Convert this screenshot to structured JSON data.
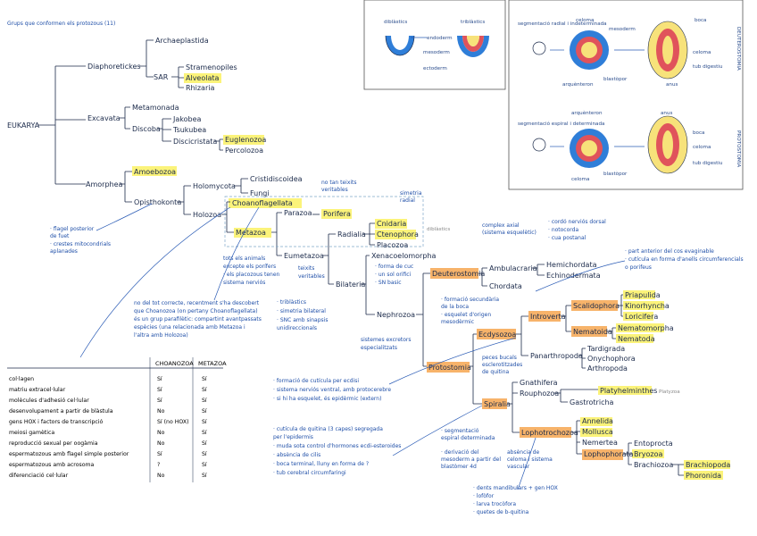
{
  "header_note": "Grups que conformen els protozous (11)",
  "tree": {
    "eukarya": "EUKARYA",
    "diaphoretickes": "Diaphoretickes",
    "archaeplastida": "Archaeplastida",
    "sar": "SAR",
    "stramenopiles": "Stramenopiles",
    "alveolata": "Alveolata",
    "rhizaria": "Rhizaria",
    "excavata": "Excavata",
    "metamonada": "Metamonada",
    "discoba": "Discoba",
    "jakobea": "Jakobea",
    "tsukubea": "Tsukubea",
    "discicristata": "Discicristata",
    "euglenozoa": "Euglenozoa",
    "percolozoa": "Percolozoa",
    "amorphea": "Amorphea",
    "amoebozoa": "Amoebozoa",
    "opisthokonta": "Opisthokonta",
    "holomycota": "Holomycota",
    "cristidiscoidea": "Cristidiscoidea",
    "fungi": "Fungi",
    "holozoa": "Holozoa",
    "choanoflagellata": "Choanoflagellata",
    "metazoa": "Metazoa",
    "parazoa": "Parazoa",
    "porifera": "Porifera",
    "eumetazoa": "Eumetazoa",
    "radialia": "Radialia",
    "cnidaria": "Cnidaria",
    "ctenophora": "Ctenophora",
    "placozoa": "Placozoa",
    "diblastics": "diblàstics",
    "bilateria": "Bilateria",
    "xenacoelomorpha": "Xenacoelomorpha",
    "nephrozoa": "Nephrozoa",
    "deuterostomia": "Deuterostomia",
    "ambulacraria": "Ambulacraria",
    "hemichordata": "Hemichordata",
    "echinodermata": "Echinodermata",
    "chordata": "Chordata",
    "protostomia": "Protostomia",
    "ecdysozoa": "Ecdysozoa",
    "scalidophora": "Scalidophora",
    "priapulida": "Priapulida",
    "kinorhyncha": "Kinorhyncha",
    "loricifera": "Loricifera",
    "nematoida": "Nematoida",
    "nematomorpha": "Nematomorpha",
    "nematoda": "Nematoda",
    "introverta": "Introverta",
    "panarthropoda": "Panarthropoda",
    "tardigrada": "Tardigrada",
    "onychophora": "Onychophora",
    "arthropoda": "Arthropoda",
    "spiralia": "Spiralia",
    "gnathifera": "Gnathifera",
    "rouphozoa": "Rouphozoa",
    "platyhelminthes": "Platyhelminthes",
    "gastrotricha": "Gastrotricha",
    "platyzoa": "Platyzoa",
    "lophotrochozoa": "Lophotrochozoa",
    "annelida": "Annelida",
    "mollusca": "Mollusca",
    "nemertea": "Nemertea",
    "lophophorata": "Lophophorata",
    "entoprocta": "Entoprocta",
    "bryozoa": "Bryozoa",
    "brachiozoa": "Brachiozoa",
    "brachiopoda": "Brachiopoda",
    "phoronida": "Phoronida"
  },
  "notes": {
    "opisthokonta": [
      "· flagel posterior",
      "  de fuet",
      "· crestes mitocondrials",
      "  aplanades"
    ],
    "metazoa": [
      "tots els animals",
      "excepte els porífers",
      "· els placozous tenen",
      "  sistema nerviós"
    ],
    "choano": [
      "no del tot correcte, recentment s'ha descobert",
      "que Choanozoa (on pertany Choanoflagellata)",
      "és un grup parafilètic: compartint avantpassats",
      "espècies (una relacionada amb Metazoa i",
      "l'altra amb Holozoa)"
    ],
    "parazoa": [
      "no tan teixits",
      "veritables"
    ],
    "eumetazoa": [
      "teixits",
      "veritables"
    ],
    "simetria": [
      "simetria",
      "radial"
    ],
    "bilateria": [
      "· triblàstics",
      "· simetria bilateral",
      "· SNC amb sinapsis",
      "  unidireccionals"
    ],
    "xenaco": [
      "· forma de cuc",
      "· un sol orifici",
      "· SN basic"
    ],
    "nephrozoa": [
      "sistemes excretors",
      "especialitzats"
    ],
    "deuterostomia": [
      "· formació secundària",
      "  de la boca",
      "· esquelet d'origen",
      "  mesodèrmic"
    ],
    "chordata_sup": [
      "complex axial",
      "(sistema esquelètic)"
    ],
    "chordata_feat": [
      "· cordó nerviós dorsal",
      "· notocorda",
      "· cua postanal"
    ],
    "introverta": [
      "· part anterior del cos evaginable",
      "· cutícula en forma d'anells circumferencials",
      "  o porifeus"
    ],
    "ecdysozoa": [
      "· formació de cutícula per ecdisi",
      "· sistema nerviós ventral, amb protocerebre",
      "· si hi ha esquelet, és epidèrmic (extern)"
    ],
    "protostomia": [
      "· cutícula de quitina (3 capes) segregada",
      "  per l'epidermis",
      "· muda sota control d'hormones ecdi-esteroides",
      "· absència de cilis",
      "· boca terminal, lluny en forma de ?",
      "· tub cerebral circumfaringi"
    ],
    "spiralia": [
      "· segmentació",
      "  espiral determinada",
      "· derivació del",
      "  mesoderm a partir del",
      "  blastòmer 4d"
    ],
    "gnathifera": [
      "peces bucals",
      "esclerotitzades",
      "de quitina"
    ],
    "rouphozoa": [
      "absència de",
      "celoma i sistema",
      "vascular"
    ],
    "lophotrochozoa": [
      "· dents mandibulars + gen HOX",
      "· lofòfor",
      "· larva trocòfora",
      "· quetes de b-quitina"
    ]
  },
  "table": {
    "headers": [
      "",
      "CHOANOZOA",
      "METAZOA"
    ],
    "rows": [
      [
        "col·lagen",
        "Sí",
        "Sí"
      ],
      [
        "matriu extracel·lular",
        "Sí",
        "Sí"
      ],
      [
        "molècules d'adhesió cel·lular",
        "Sí",
        "Sí"
      ],
      [
        "desenvolupament a partir de blàstula",
        "No",
        "Sí"
      ],
      [
        "gens HOX i factors de transcripció",
        "Sí (no HOX)",
        "Sí"
      ],
      [
        "meiosi gamètica",
        "No",
        "Sí"
      ],
      [
        "reproducció sexual per oogàmia",
        "No",
        "Sí"
      ],
      [
        "espermatozous amb flagel simple posterior",
        "Sí",
        "Sí"
      ],
      [
        "espermatozous amb acrosoma",
        "?",
        "Sí"
      ],
      [
        "diferenciació cel·lular",
        "No",
        "Sí"
      ]
    ]
  },
  "diagram1": {
    "diblastics": "diblàstics",
    "triblastics": "triblàstics",
    "endoderm": "endoderm",
    "mesoderm": "mesoderm",
    "ectoderm": "ectoderm"
  },
  "diagram2": {
    "row1_label": "segmentació radial i indeterminada",
    "row2_label": "segmentació espiral i determinada",
    "celoma": "celoma",
    "mesoderm": "mesoderm",
    "boca": "boca",
    "arquenteron": "arquènteron",
    "blastopor": "blastòpor",
    "anus": "anus",
    "tub_digestiu": "tub digestiu",
    "deuterostomia": "DEUTEROSTOMIA",
    "protostomia": "PROTOSTOMIA"
  },
  "colors": {
    "ink": "#1b2a4a",
    "blue_note": "#1f4fa8",
    "highlight_yellow": "#fbf37a",
    "highlight_orange": "#f7b36a",
    "cell_blue": "#2f7ed8",
    "cell_red": "#e0535b",
    "cell_yellow": "#f7e27a"
  }
}
